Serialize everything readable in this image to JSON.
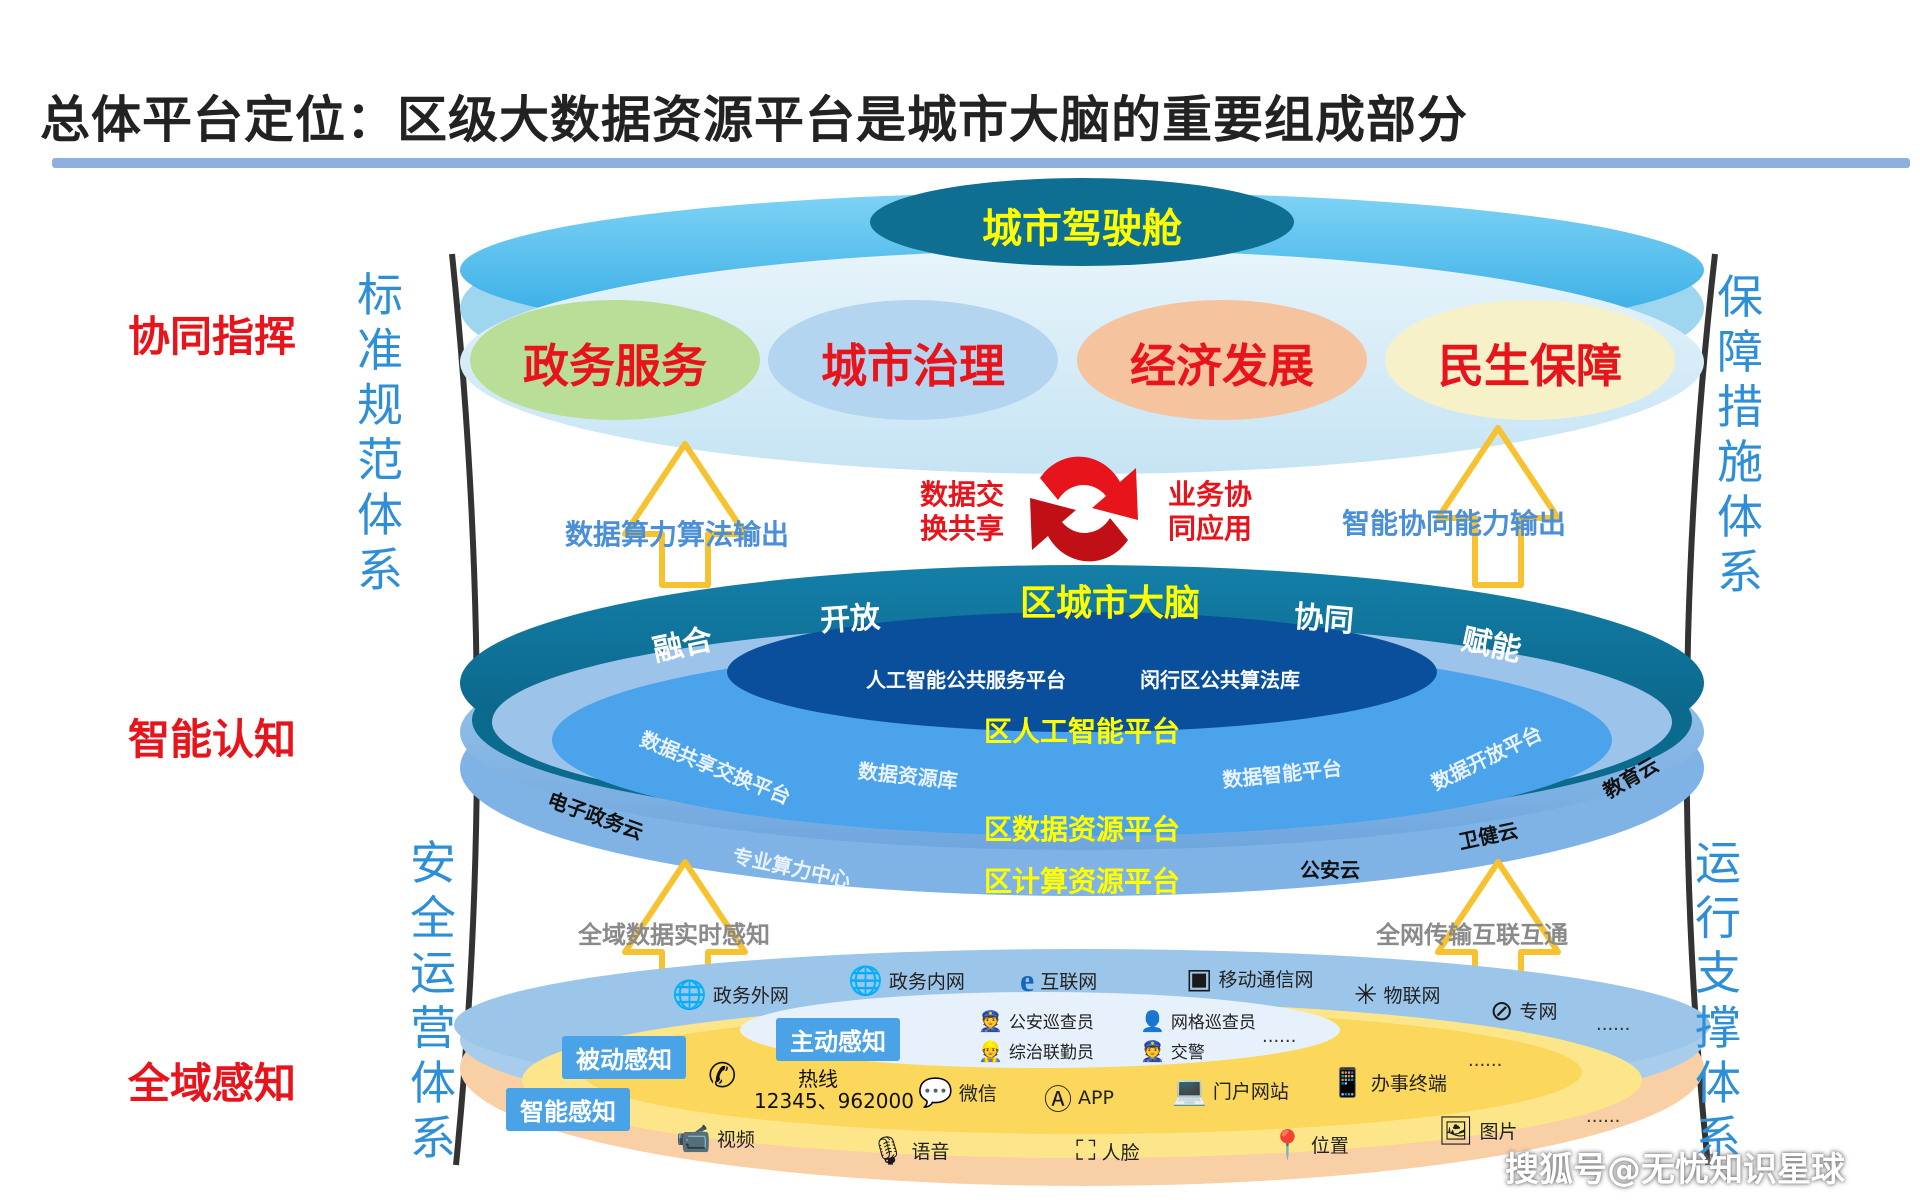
{
  "header": {
    "title": "总体平台定位：区级大数据资源平台是城市大脑的重要组成部分"
  },
  "levels": [
    "协同指挥",
    "智能认知",
    "全域感知"
  ],
  "side": {
    "left_top": "标准规范体系",
    "left_bottom": "安全运营体系",
    "right_top": "保障措施体系",
    "right_bottom": "运行支撑体系"
  },
  "top": {
    "cockpit": "城市驾驶舱",
    "bubbles": [
      "政务服务",
      "城市治理",
      "经济发展",
      "民生保障"
    ]
  },
  "middle": {
    "left_output": "数据算力算法输出",
    "right_output": "智能协同能力输出",
    "exchange_left": "数据交换共享",
    "exchange_right": "业务协同应用"
  },
  "brain": {
    "title": "区城市大脑",
    "ring_words": [
      "融合",
      "开放",
      "协同",
      "赋能"
    ],
    "ai_services": [
      "人工智能公共服务平台",
      "闵行区公共算法库"
    ],
    "ai_platform": "区人工智能平台",
    "data_items": [
      "数据共享交换平台",
      "数据资源库",
      "数据智能平台",
      "数据开放平台"
    ],
    "data_platform": "区数据资源平台",
    "compute_items": [
      "专业算力中心"
    ],
    "compute_platform": "区计算资源平台",
    "clouds": [
      "电子政务云",
      "公安云",
      "卫健云",
      "教育云"
    ]
  },
  "bottom": {
    "left_label": "全域数据实时感知",
    "right_label": "全网传输互联互通",
    "networks": [
      "政务外网",
      "政务内网",
      "互联网",
      "移动通信网",
      "物联网",
      "专网"
    ],
    "tags": [
      "被动感知",
      "主动感知",
      "智能感知"
    ],
    "active_items": [
      "公安巡查员",
      "综治联勤员",
      "网格巡查员",
      "交警"
    ],
    "hotline_label": "热线",
    "hotline_numbers": "12345、962000",
    "channels": [
      "微信",
      "APP",
      "门户网站",
      "办事终端"
    ],
    "smart_items": [
      "视频",
      "语音",
      "人脸",
      "位置",
      "图片"
    ],
    "ellipsis": "......"
  },
  "watermark": "搜狐号@无忧知识星球",
  "colors": {
    "red": "#e8141b",
    "blue_text": "#2f8fd6",
    "dark_ring": "#0b6f93",
    "yellow": "#ffff00"
  }
}
